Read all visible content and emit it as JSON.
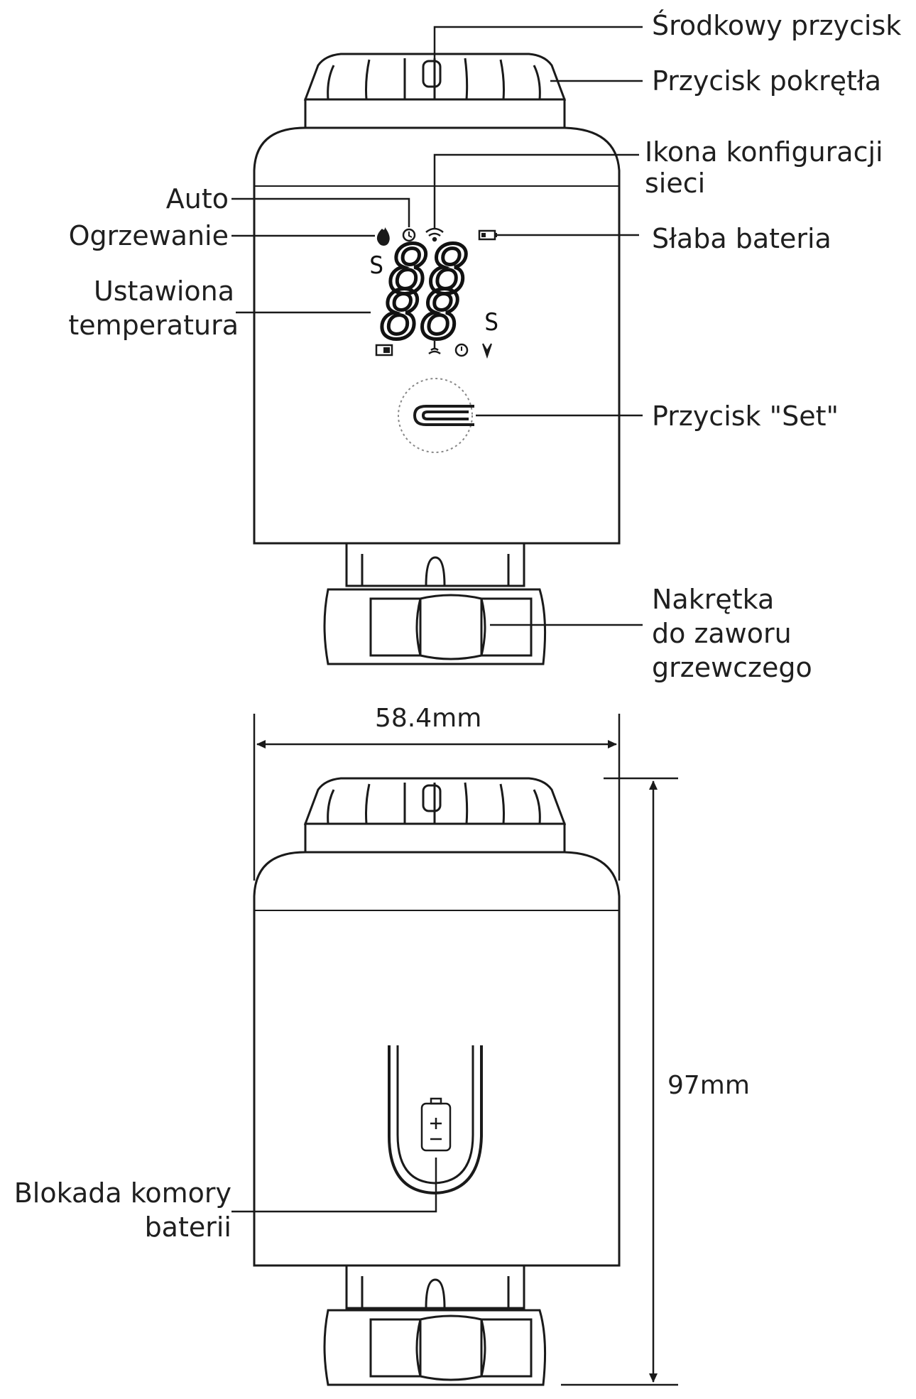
{
  "labels": {
    "center_button": "Środkowy przycisk",
    "knob_button": "Przycisk pokrętła",
    "network_icon_line1": "Ikona konfiguracji",
    "network_icon_line2": "sieci",
    "auto": "Auto",
    "heating": "Ogrzewanie",
    "low_battery": "Słaba bateria",
    "set_temp_line1": "Ustawiona",
    "set_temp_line2": "temperatura",
    "set_button": "Przycisk \"Set\"",
    "nut_line1": "Nakrętka",
    "nut_line2": "do zaworu",
    "nut_line3": "grzewczego",
    "battery_lock_line1": "Blokada komory",
    "battery_lock_line2": "baterii"
  },
  "display": {
    "top_digits": "88",
    "bottom_digits": "88",
    "small_left": "S",
    "small_right": "S"
  },
  "dimensions": {
    "width": "58.4mm",
    "height": "97mm"
  },
  "icons": [
    "flame-icon",
    "clock-icon",
    "wifi-icon",
    "battery-low-icon",
    "battery-icon",
    "signal-icon",
    "timer-icon",
    "fan-icon",
    "set-button-icon",
    "battery-cell-icon"
  ],
  "colors": {
    "line": "#1a1a1a",
    "display_segments": "#111111"
  }
}
